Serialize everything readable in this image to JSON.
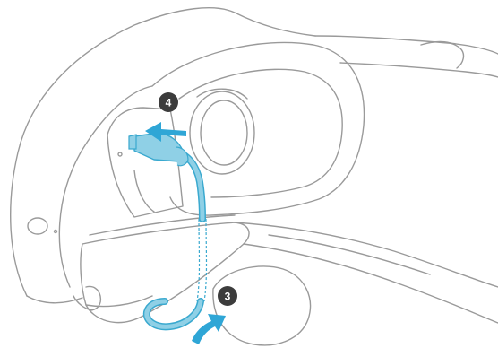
{
  "diagram": {
    "colors": {
      "outline": "#9a9a9a",
      "outline_light": "#bdbdbd",
      "cable_fill": "#8fd0e6",
      "cable_stroke": "#3aa9cf",
      "arrow": "#2fa6d6",
      "badge_fill": "#3c3c3c",
      "badge_text": "#ffffff"
    },
    "steps": [
      {
        "label": "4",
        "meaning": "insert-connector"
      },
      {
        "label": "3",
        "meaning": "route-cable-up"
      }
    ]
  }
}
